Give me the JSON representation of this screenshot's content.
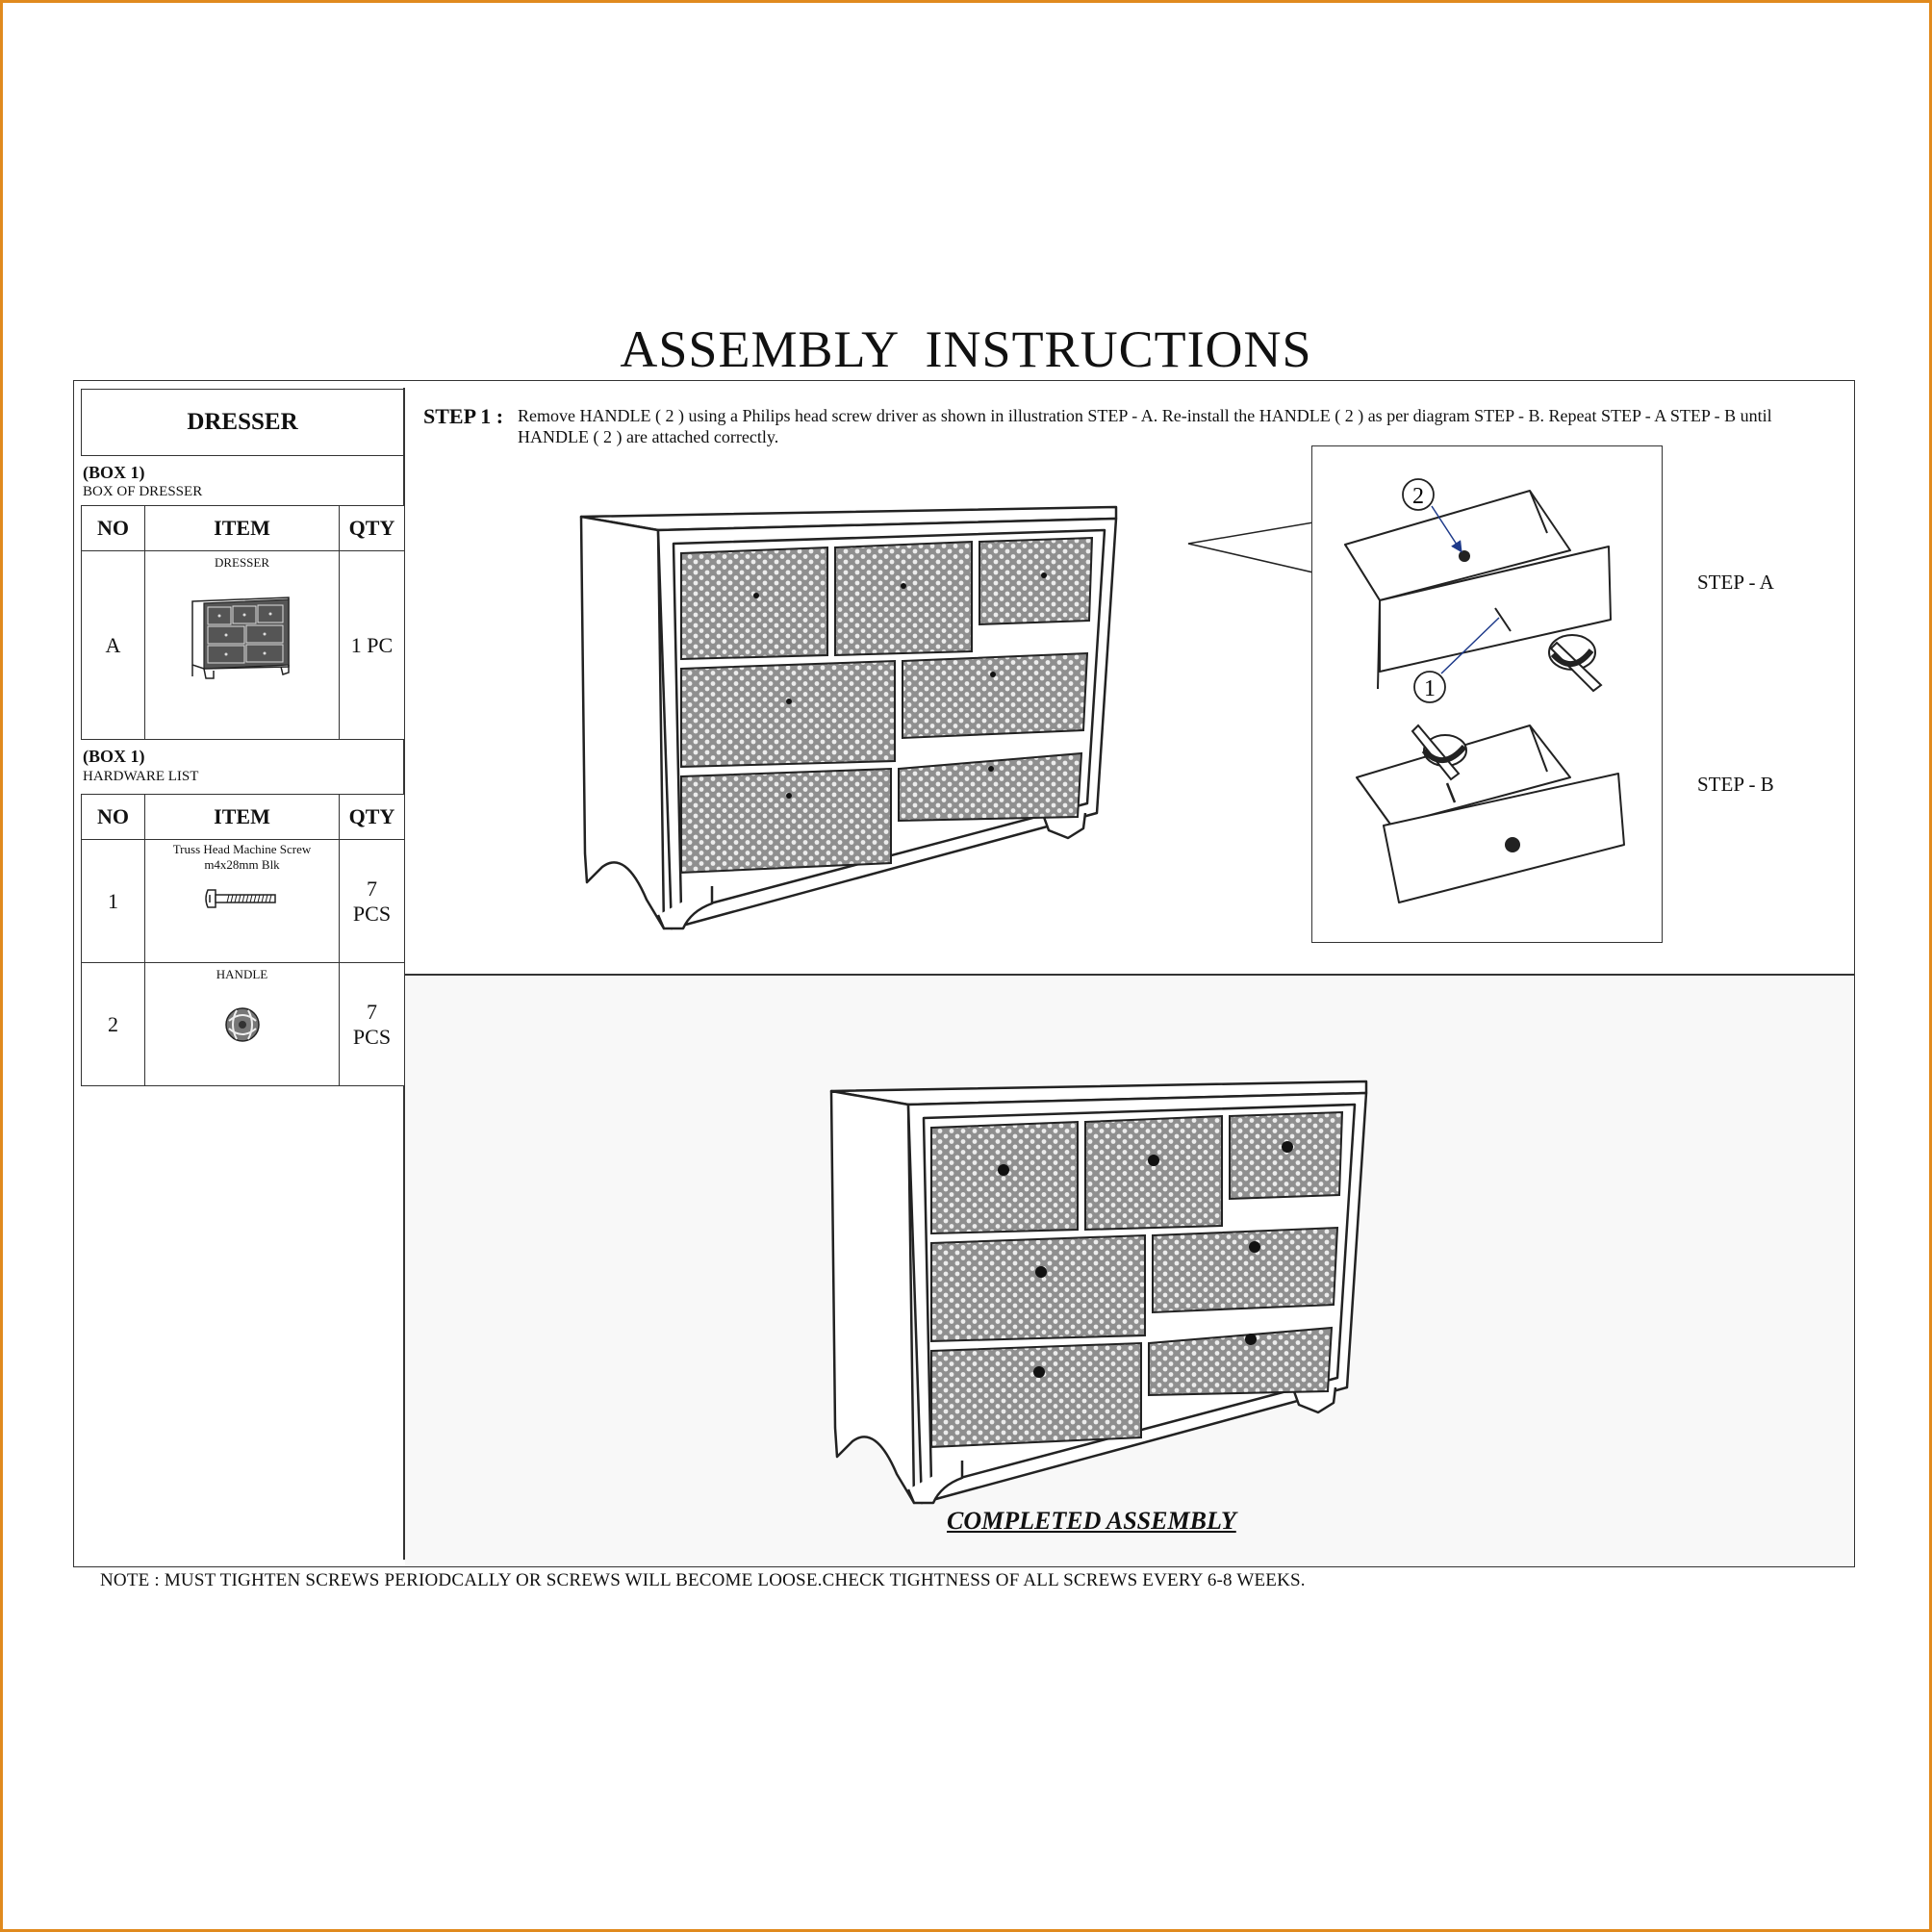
{
  "title": "ASSEMBLY  INSTRUCTIONS",
  "product": "DRESSER",
  "box_of_dresser": {
    "box_label": "(BOX 1)",
    "sub_label": "BOX OF  DRESSER",
    "headers": [
      "NO",
      "ITEM",
      "QTY"
    ],
    "rows": [
      {
        "no": "A",
        "item": "DRESSER",
        "qty": "1 PC"
      }
    ]
  },
  "hardware_list": {
    "box_label": "(BOX 1)",
    "sub_label": "HARDWARE LIST",
    "headers": [
      "NO",
      "ITEM",
      "QTY"
    ],
    "rows": [
      {
        "no": "1",
        "item": "Truss Head Machine Screw m4x28mm Blk",
        "qty_num": "7",
        "qty_unit": "PCS"
      },
      {
        "no": "2",
        "item": "HANDLE",
        "qty_num": "7",
        "qty_unit": "PCS"
      }
    ]
  },
  "step1": {
    "label": "STEP 1 :",
    "text": "Remove HANDLE ( 2 )  using a Philips head  screw driver as shown in illustration STEP - A. Re-install the HANDLE ( 2 )  as per diagram STEP - B. Repeat STEP - A  STEP - B until HANDLE ( 2 ) are attached correctly."
  },
  "callouts": {
    "one": "1",
    "two": "2"
  },
  "step_a_label": "STEP - A",
  "step_b_label": "STEP - B",
  "completed_label": "COMPLETED ASSEMBLY",
  "note": "NOTE : MUST TIGHTEN SCREWS PERIODCALLY OR  SCREWS WILL BECOME LOOSE.CHECK TIGHTNESS OF ALL SCREWS EVERY 6-8 WEEKS.",
  "colors": {
    "frame": "#e08a1e",
    "ink": "#111111",
    "pattern": "#9a9a9a"
  }
}
